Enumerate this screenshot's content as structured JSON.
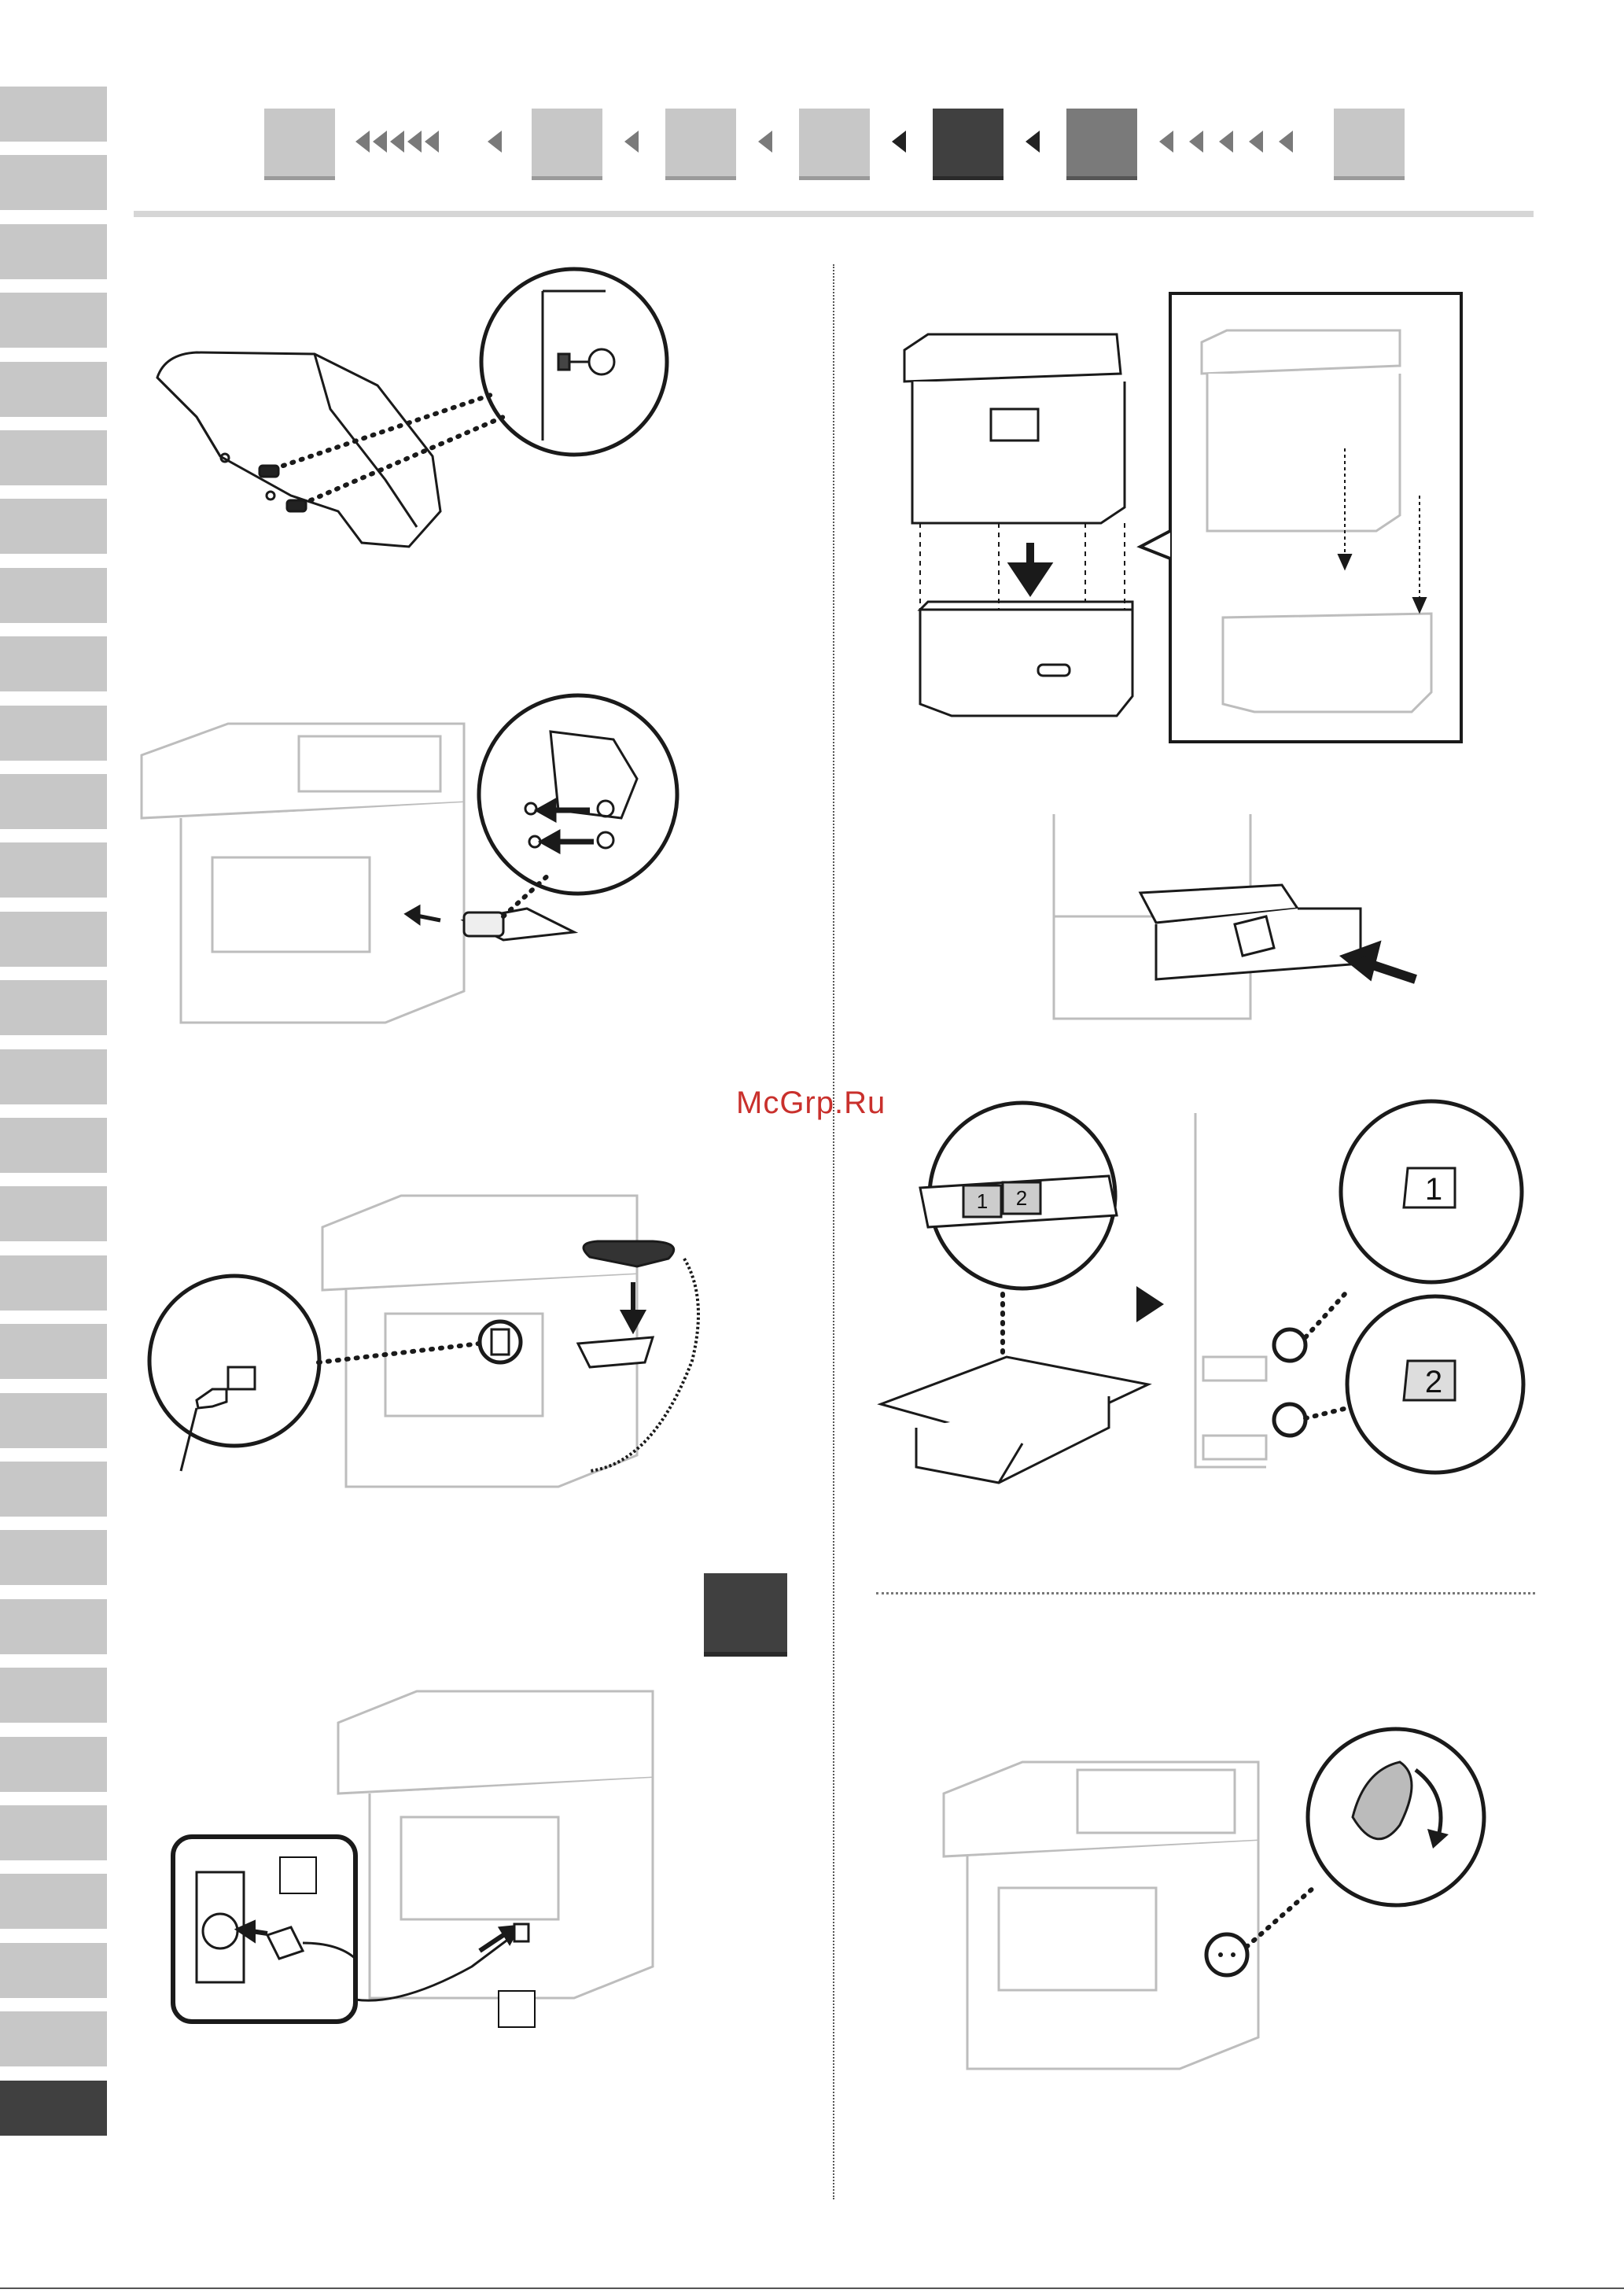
{
  "watermark": "McGrp.Ru",
  "tab_count": 30,
  "active_tab_index": 29,
  "step_nav": {
    "boxes": [
      {
        "style": "light"
      },
      {
        "style": "light"
      },
      {
        "style": "light"
      },
      {
        "style": "light"
      },
      {
        "style": "dark"
      },
      {
        "style": "mid"
      },
      {
        "style": "light"
      }
    ]
  },
  "tray_labels": {
    "label_one": "1",
    "label_two": "2",
    "sticker_one": "1",
    "sticker_two": "2"
  },
  "colors": {
    "tab_light": "#c7c7c7",
    "tab_dark": "#404040",
    "line_art": "#1a1a1a",
    "ghost_art": "#bdbdbd"
  }
}
